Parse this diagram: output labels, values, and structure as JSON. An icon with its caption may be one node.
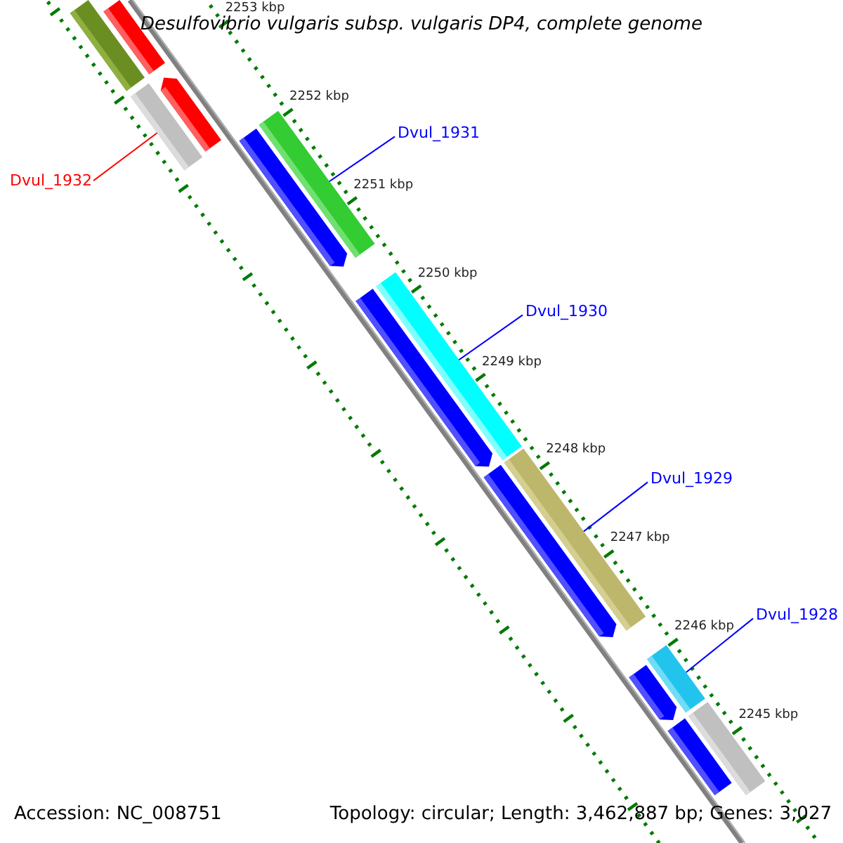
{
  "diagram": {
    "title": "Desulfovibrio vulgaris subsp. vulgaris DP4, complete genome",
    "nodes": [
      {
        "text": [],
        "shape": "bar"
      },
      {
        "text": [],
        "shape": "bar"
      },
      {
        "text": [],
        "shape": "bar"
      },
      {
        "text": [],
        "shape": "bar"
      },
      {
        "text": [
          "Dvul_1932"
        ]
      },
      {
        "text": [],
        "shape": "bar"
      },
      {
        "text": [],
        "shape": "bar"
      },
      {
        "text": [
          "Dvul_1931"
        ]
      },
      {
        "text": [],
        "shape": "bar"
      },
      {
        "text": [],
        "shape": "bar"
      },
      {
        "text": [
          "Dvul_1930"
        ]
      },
      {
        "text": [],
        "shape": "bar"
      },
      {
        "text": [],
        "shape": "bar"
      },
      {
        "text": [
          "Dvul_1929"
        ]
      },
      {
        "text": [],
        "shape": "bar"
      },
      {
        "text": [],
        "shape": "bar"
      },
      {
        "text": [
          "Dvul_1928"
        ]
      },
      {
        "text": [],
        "shape": "bar"
      },
      {
        "text": [],
        "shape": "bar"
      }
    ],
    "edges": [
      {
        "from": 4,
        "to": 2,
        "arrow": "none",
        "color": "#ff0000"
      },
      {
        "from": 7,
        "to": 6,
        "arrow": "none"
      },
      {
        "from": 10,
        "to": 9,
        "arrow": "none"
      },
      {
        "from": 13,
        "to": 12,
        "arrow": "none"
      },
      {
        "from": 16,
        "to": 15,
        "arrow": "none"
      }
    ],
    "labels": [
      "2253 kbp",
      "2252 kbp",
      "2251 kbp",
      "2250 kbp",
      "2249 kbp",
      "2248 kbp",
      "2247 kbp",
      "2246 kbp",
      "2245 kbp",
      "Accession: NC_008751",
      "Topology: circular; Length: 3,462,887 bp; Genes: 3,027"
    ]
  }
}
